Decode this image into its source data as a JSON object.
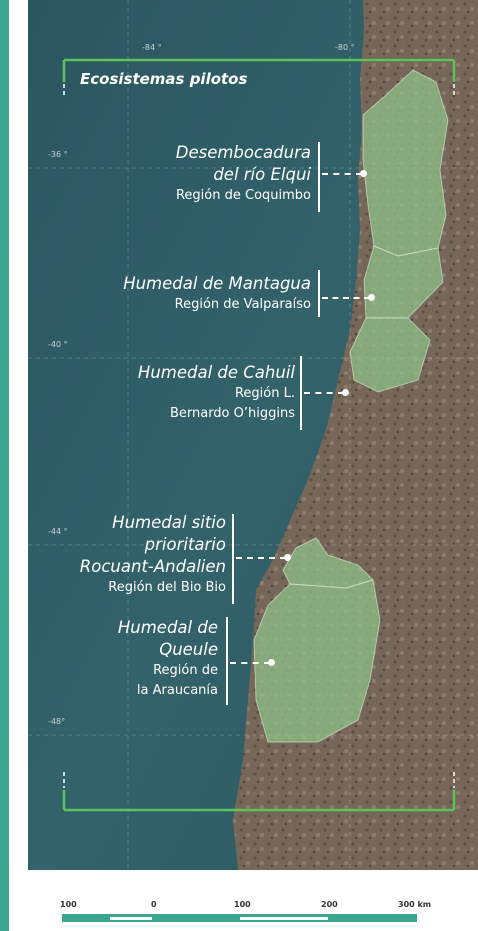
{
  "map": {
    "title": "Ecosistemas pilotos",
    "colors": {
      "ocean": "#2f5d66",
      "land": "#7a6b5e",
      "highlight": "#8fc48a",
      "frame": "#5cc25a",
      "accent": "#3aa68e",
      "scale": "#3aa68e"
    },
    "coordinates": {
      "lon_left": "-84 °",
      "lon_right": "-80 °",
      "lat_36": "-36 °",
      "lat_40": "-40 °",
      "lat_44": "-44 °",
      "lat_48": "-48°"
    },
    "sites": [
      {
        "name_lines": [
          "Desembocadura",
          "del río Elqui"
        ],
        "region_lines": [
          "Región de Coquimbo"
        ]
      },
      {
        "name_lines": [
          "Humedal de Mantagua"
        ],
        "region_lines": [
          "Región de Valparaíso"
        ]
      },
      {
        "name_lines": [
          "Humedal de Cahuil"
        ],
        "region_lines": [
          "Región L.",
          "Bernardo O’higgins"
        ]
      },
      {
        "name_lines": [
          "Humedal sitio",
          "prioritario",
          "Rocuant-Andalien"
        ],
        "region_lines": [
          "Región del Bio Bio"
        ]
      },
      {
        "name_lines": [
          "Humedal de",
          "Queule"
        ],
        "region_lines": [
          "Región de",
          "la Araucanía"
        ]
      }
    ],
    "scale_bar": {
      "labels": [
        "100",
        "0",
        "100",
        "200",
        "300 km"
      ]
    }
  }
}
